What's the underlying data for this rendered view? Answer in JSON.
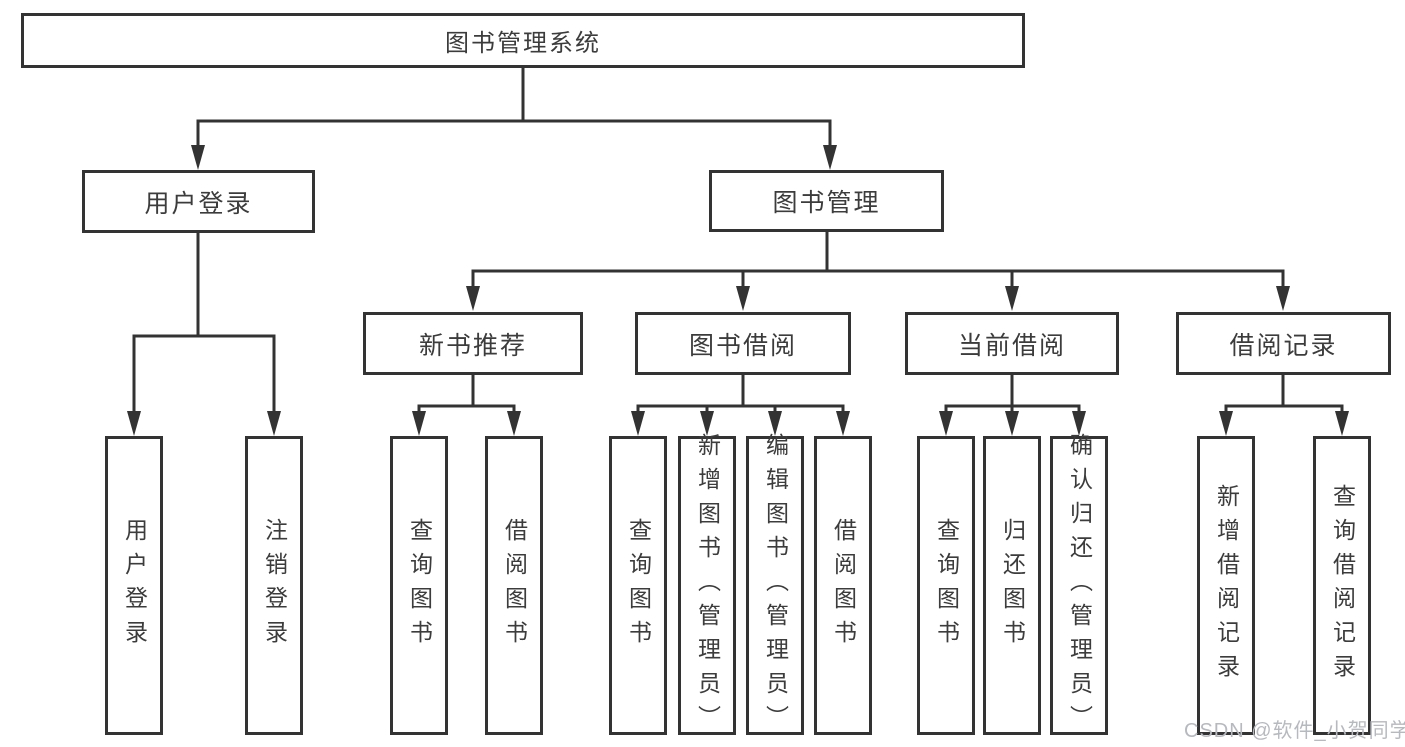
{
  "title": "图书管理系统",
  "groups": {
    "user": {
      "label": "用户登录",
      "children": [
        "用户登录",
        "注销登录"
      ]
    },
    "book": {
      "label": "图书管理",
      "sections": {
        "recommend": {
          "label": "新书推荐",
          "children": [
            "查询图书",
            "借阅图书"
          ]
        },
        "borrow": {
          "label": "图书借阅",
          "children": [
            "查询图书",
            "新增图书（管理员）",
            "编辑图书（管理员）",
            "借阅图书"
          ]
        },
        "current": {
          "label": "当前借阅",
          "children": [
            "查询图书",
            "归还图书",
            "确认归还（管理员）"
          ]
        },
        "record": {
          "label": "借阅记录",
          "children": [
            "新增借阅记录",
            "查询借阅记录"
          ]
        }
      }
    }
  },
  "watermark": "CSDN @软件_小贺同学",
  "colors": {
    "line": "#333333",
    "text": "#3c3c3c",
    "background": "#ffffff",
    "watermark": "#b6b9be"
  }
}
